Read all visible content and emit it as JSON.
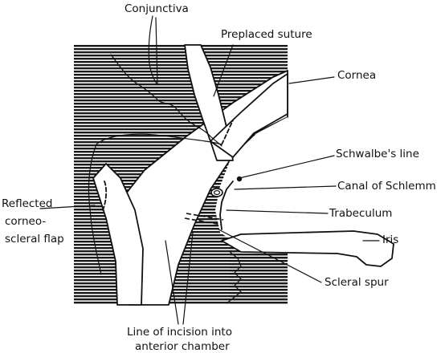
{
  "labels": {
    "conjunctiva": "Conjunctiva",
    "preplaced_suture": "Preplaced suture",
    "cornea": "Cornea",
    "schwalbes_line": "Schwalbe's line",
    "canal_of_schlemm": "Canal of Schlemm",
    "trabeculum": "Trabeculum",
    "iris": "Iris",
    "scleral_spur": "Scleral spur",
    "reflected_flap_line1": "Reflected",
    "reflected_flap_line2": "corneo-",
    "reflected_flap_line3": "scleral flap",
    "incision_line1": "Line of incision into",
    "incision_line2": "anterior chamber"
  },
  "colors": {
    "ink": "#111111",
    "background": "#ffffff",
    "hatch": "#1a1a1a"
  }
}
